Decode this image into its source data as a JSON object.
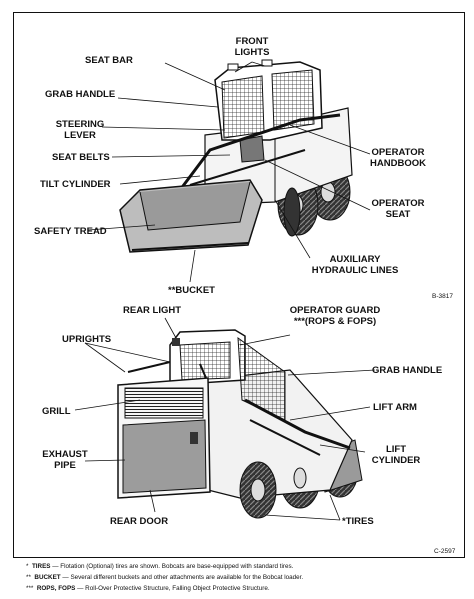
{
  "top_diagram": {
    "labels": {
      "front_lights": [
        "FRONT",
        "LIGHTS"
      ],
      "seat_bar": "SEAT BAR",
      "grab_handle": "GRAB HANDLE",
      "steering_lever": [
        "STEERING",
        "LEVER"
      ],
      "seat_belts": "SEAT BELTS",
      "tilt_cylinder": "TILT CYLINDER",
      "safety_tread": "SAFETY TREAD",
      "bucket": "**BUCKET",
      "operator_handbook": [
        "OPERATOR",
        "HANDBOOK"
      ],
      "operator_seat": [
        "OPERATOR",
        "SEAT"
      ],
      "auxiliary_hydraulic_lines": [
        "AUXILIARY",
        "HYDRAULIC LINES"
      ]
    },
    "figure_code": "B-3817"
  },
  "bottom_diagram": {
    "labels": {
      "rear_light": "REAR LIGHT",
      "operator_guard": [
        "OPERATOR GUARD",
        "***(ROPS & FOPS)"
      ],
      "uprights": "UPRIGHTS",
      "grab_handle": "GRAB HANDLE",
      "grill": "GRILL",
      "lift_arm": "LIFT ARM",
      "exhaust_pipe": [
        "EXHAUST",
        "PIPE"
      ],
      "lift_cylinder": [
        "LIFT",
        "CYLINDER"
      ],
      "rear_door": "REAR DOOR",
      "tires": "*TIRES"
    },
    "figure_code": "C-2597"
  },
  "footnotes": [
    {
      "mark": "*",
      "term": "TIRES",
      "text": " — Flotation (Optional) tires are shown. Bobcats are base-equipped with standard tires."
    },
    {
      "mark": "**",
      "term": "BUCKET",
      "text": " — Several different buckets and other attachments are available for the Bobcat loader."
    },
    {
      "mark": "***",
      "term": "ROPS, FOPS",
      "text": " — Roll-Over Protective Structure, Falling Object Protective Structure."
    }
  ]
}
